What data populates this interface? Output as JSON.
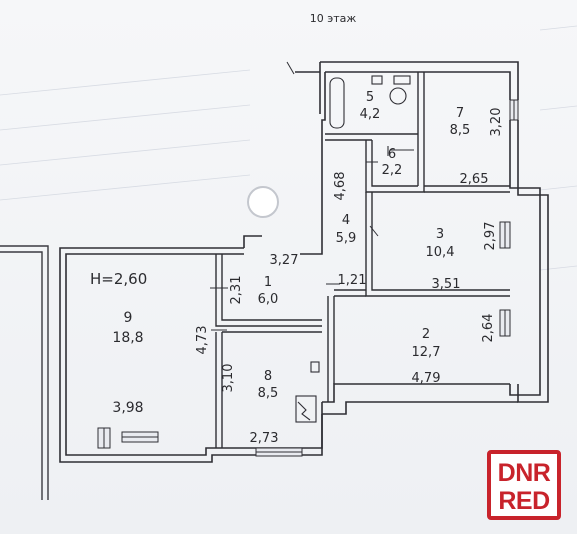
{
  "title": "10 этаж",
  "ceiling_height": "H=2,60",
  "rooms": [
    {
      "num": "1",
      "area": "6,0"
    },
    {
      "num": "2",
      "area": "12,7"
    },
    {
      "num": "3",
      "area": "10,4"
    },
    {
      "num": "4",
      "area": "5,9"
    },
    {
      "num": "5",
      "area": "4,2"
    },
    {
      "num": "6",
      "area": "2,2"
    },
    {
      "num": "7",
      "area": "8,5"
    },
    {
      "num": "8",
      "area": "8,5"
    },
    {
      "num": "9",
      "area": "18,8"
    }
  ],
  "dimensions": {
    "d_3_27": "3,27",
    "d_2_31": "2,31",
    "d_4_73": "4,73",
    "d_3_98": "3,98",
    "d_3_10": "3,10",
    "d_2_73": "2,73",
    "d_1_21": "1,21",
    "d_4_68": "4,68",
    "d_3_20": "3,20",
    "d_2_65": "2,65",
    "d_2_97": "2,97",
    "d_3_51": "3,51",
    "d_2_64": "2,64",
    "d_4_79": "4,79"
  },
  "watermark": {
    "line1": "DNR",
    "line2": "RED"
  }
}
